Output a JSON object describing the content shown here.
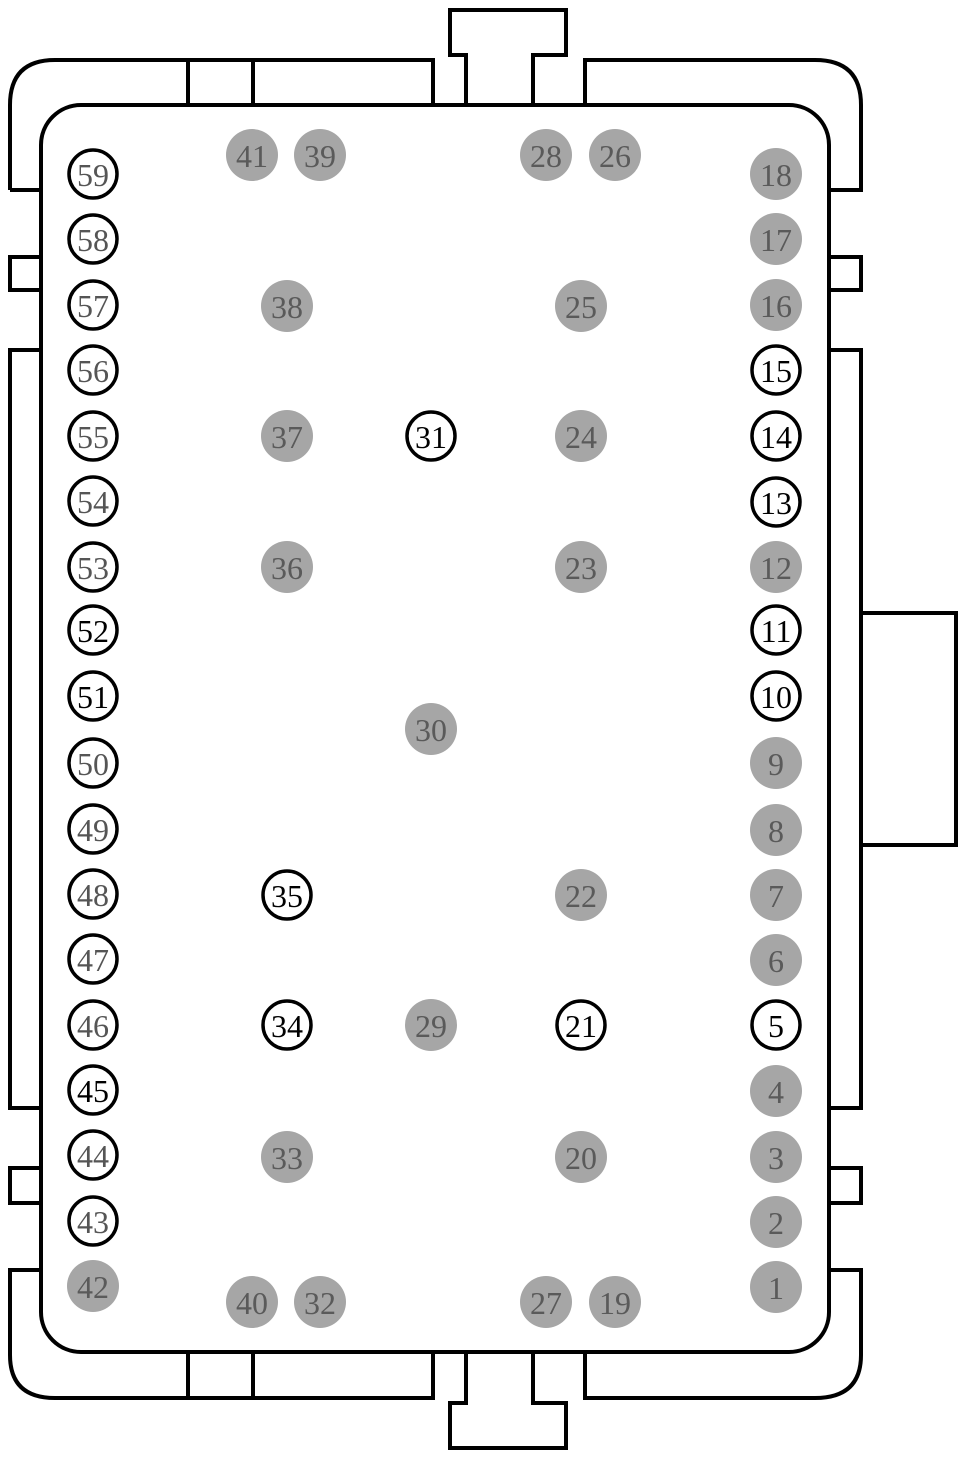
{
  "colors": {
    "filled_pin": "#a6a6a6",
    "filled_label": "#5a5a5a",
    "open_pin_fill": "#ffffff",
    "outline": "#000000"
  },
  "pins": [
    {
      "label": "1",
      "state": "filled"
    },
    {
      "label": "2",
      "state": "filled"
    },
    {
      "label": "3",
      "state": "filled"
    },
    {
      "label": "4",
      "state": "filled"
    },
    {
      "label": "5",
      "state": "open"
    },
    {
      "label": "6",
      "state": "filled"
    },
    {
      "label": "7",
      "state": "filled"
    },
    {
      "label": "8",
      "state": "filled"
    },
    {
      "label": "9",
      "state": "filled"
    },
    {
      "label": "10",
      "state": "open"
    },
    {
      "label": "11",
      "state": "open"
    },
    {
      "label": "12",
      "state": "filled"
    },
    {
      "label": "13",
      "state": "open"
    },
    {
      "label": "14",
      "state": "open"
    },
    {
      "label": "15",
      "state": "open"
    },
    {
      "label": "16",
      "state": "filled"
    },
    {
      "label": "17",
      "state": "filled"
    },
    {
      "label": "18",
      "state": "filled"
    },
    {
      "label": "19",
      "state": "filled"
    },
    {
      "label": "20",
      "state": "filled"
    },
    {
      "label": "21",
      "state": "open"
    },
    {
      "label": "22",
      "state": "filled"
    },
    {
      "label": "23",
      "state": "filled"
    },
    {
      "label": "24",
      "state": "filled"
    },
    {
      "label": "25",
      "state": "filled"
    },
    {
      "label": "26",
      "state": "filled"
    },
    {
      "label": "27",
      "state": "filled"
    },
    {
      "label": "28",
      "state": "filled"
    },
    {
      "label": "29",
      "state": "filled"
    },
    {
      "label": "30",
      "state": "filled"
    },
    {
      "label": "31",
      "state": "open"
    },
    {
      "label": "32",
      "state": "filled"
    },
    {
      "label": "33",
      "state": "filled"
    },
    {
      "label": "34",
      "state": "open"
    },
    {
      "label": "35",
      "state": "open"
    },
    {
      "label": "36",
      "state": "filled"
    },
    {
      "label": "37",
      "state": "filled"
    },
    {
      "label": "38",
      "state": "filled"
    },
    {
      "label": "39",
      "state": "filled"
    },
    {
      "label": "40",
      "state": "filled"
    },
    {
      "label": "41",
      "state": "filled"
    },
    {
      "label": "42",
      "state": "filled"
    },
    {
      "label": "43",
      "state": "open-dim"
    },
    {
      "label": "44",
      "state": "open-dim"
    },
    {
      "label": "45",
      "state": "open"
    },
    {
      "label": "46",
      "state": "open-dim"
    },
    {
      "label": "47",
      "state": "open-dim"
    },
    {
      "label": "48",
      "state": "open-dim"
    },
    {
      "label": "49",
      "state": "open-dim"
    },
    {
      "label": "50",
      "state": "open-dim"
    },
    {
      "label": "51",
      "state": "open"
    },
    {
      "label": "52",
      "state": "open"
    },
    {
      "label": "53",
      "state": "open-dim"
    },
    {
      "label": "54",
      "state": "open-dim"
    },
    {
      "label": "55",
      "state": "open-dim"
    },
    {
      "label": "56",
      "state": "open-dim"
    },
    {
      "label": "57",
      "state": "open-dim"
    },
    {
      "label": "58",
      "state": "open-dim"
    },
    {
      "label": "59",
      "state": "open-dim"
    }
  ]
}
